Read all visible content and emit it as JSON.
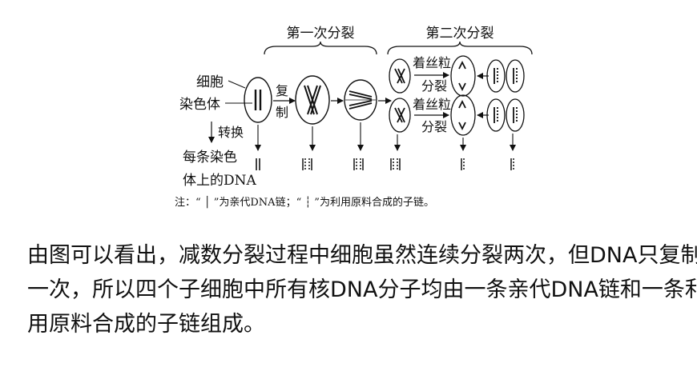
{
  "diagram": {
    "first_division": "第一次分裂",
    "second_division": "第二次分裂",
    "cell_label": "细胞",
    "chromosome_label": "染色体",
    "replication_line1": "复",
    "replication_line2": "制",
    "conversion_label": "转换",
    "dna_label_line1": "每条染色",
    "dna_label_line2": "体上的DNA",
    "centromere_split_top_line1": "着丝粒",
    "centromere_split_top_line2": "分裂",
    "centromere_split_bottom_line1": "着丝粒",
    "centromere_split_bottom_line2": "分裂",
    "note": "注：“ │ ”为亲代DNA链；“ ┆ ”为利用原料合成的子链。"
  },
  "explanation": {
    "line1": "由图可以看出，减数分裂过程中细胞虽然连续分裂两次，但DNA只复制",
    "line2": "一次，所以四个子细胞中所有核DNA分子均由一条亲代DNA链和一条利",
    "line3": "用原料合成的子链组成。"
  }
}
